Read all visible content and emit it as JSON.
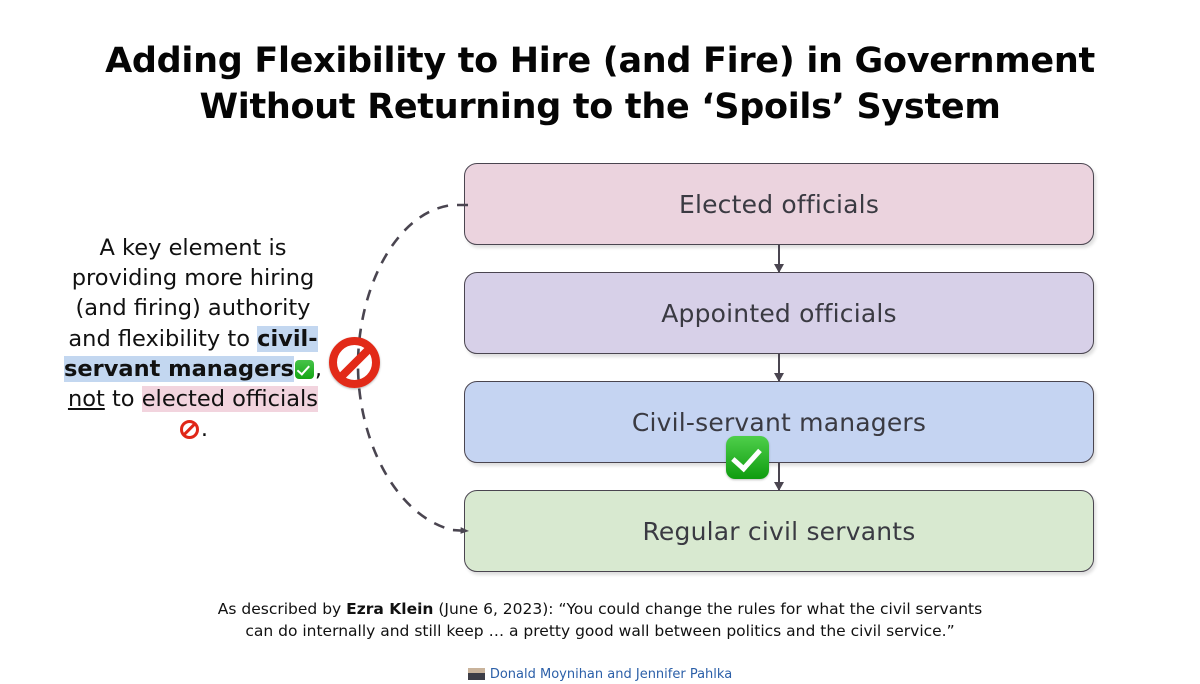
{
  "title": {
    "line1": "Adding Flexibility to Hire (and Fire) in Government",
    "line2": "Without Returning to the ‘Spoils’ System"
  },
  "side_note": {
    "lead": "A key element is providing more hiring (and firing) authority and flexibility to ",
    "highlight_blue": "civil-servant managers",
    "check_icon": "white-check-mark",
    "middle_1": ", ",
    "emphasis": "not",
    "middle_2": " to ",
    "highlight_pink": "elected officials",
    "ban_icon": "prohibited",
    "end": "."
  },
  "flow": {
    "boxes": [
      {
        "label": "Elected officials",
        "color": "#ebd3de"
      },
      {
        "label": "Appointed officials",
        "color": "#d7d0e8"
      },
      {
        "label": "Civil-servant managers",
        "color": "#c5d4f2"
      },
      {
        "label": "Regular civil servants",
        "color": "#d8e9d0"
      }
    ],
    "arrow_color": "#4a4550",
    "border_color": "#4a4550",
    "check_badge": "white-check-mark",
    "bypass": {
      "ban_badge": "prohibited",
      "style": "dashed",
      "from": "Elected officials",
      "to": "Regular civil servants",
      "color": "#4a4550"
    }
  },
  "footer": {
    "prefix": "As described by ",
    "author": "Ezra Klein",
    "date": " (June 6, 2023): ",
    "quote_line1": "“You could change the rules for what the civil servants",
    "quote_line2": "can do internally and still keep … a pretty good wall between politics and the civil service.”"
  },
  "bottom_credit": {
    "icon": "thumbnail-image",
    "text": "Donald Moynihan and Jennifer Pahlka"
  },
  "colors": {
    "background": "#ffffff",
    "text": "#111111",
    "box_text": "#3a3a42",
    "highlight_blue": "#c3d7f0",
    "highlight_pink": "#f2d4de",
    "check_green": "#14a614",
    "ban_red": "#e22a18"
  }
}
